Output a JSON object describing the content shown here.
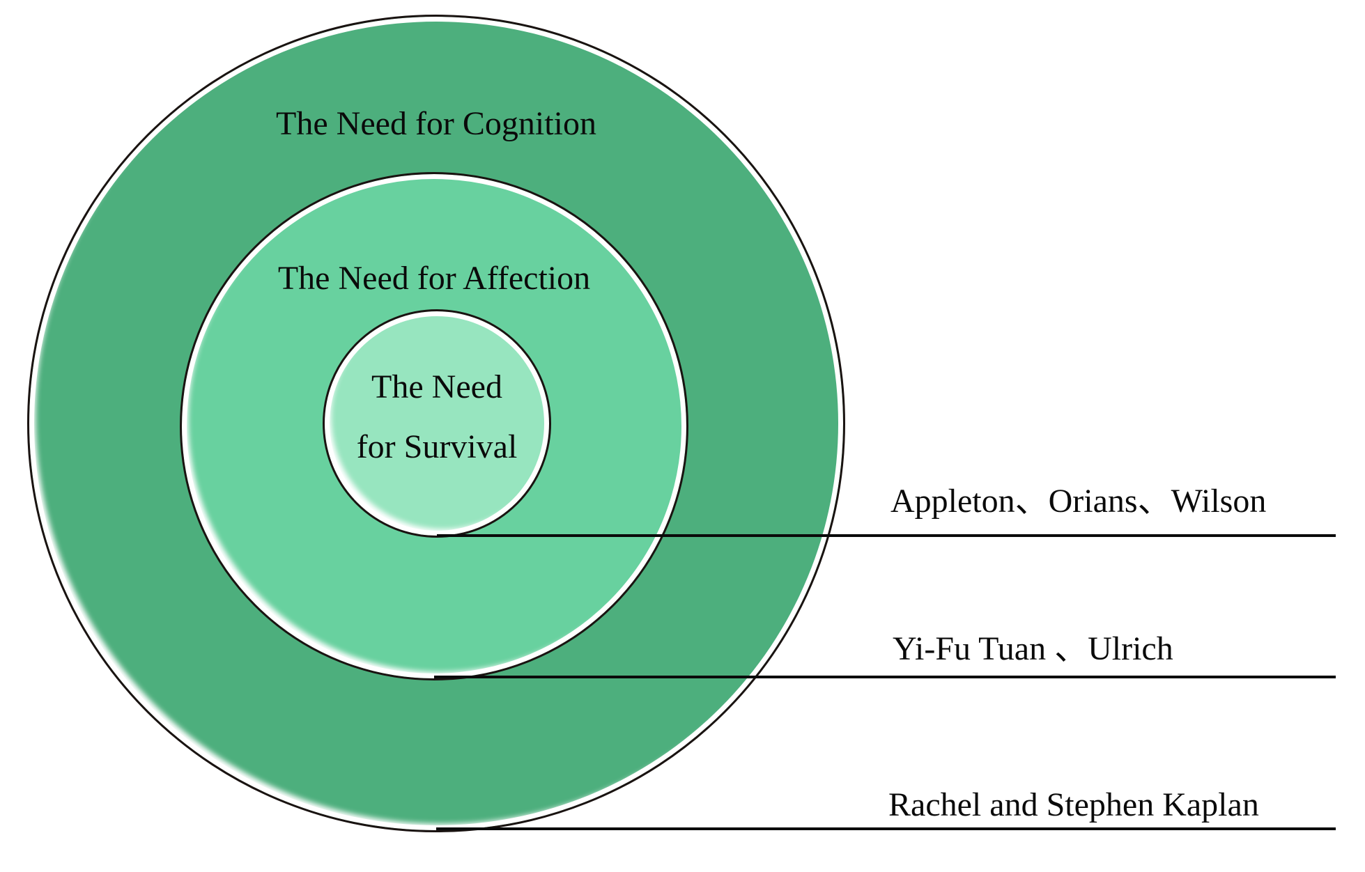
{
  "diagram": {
    "background_color": "#ffffff",
    "outline_color": "#1a1311",
    "line_color": "#0a0a0a",
    "text_color": "#0a0a0a",
    "circles": [
      {
        "id": "cognition",
        "level": "outer",
        "label": "The Need for Cognition",
        "fill": "#4daf7d"
      },
      {
        "id": "affection",
        "level": "middle",
        "label": "The Need for Affection",
        "fill": "#68d19f"
      },
      {
        "id": "survival",
        "level": "inner",
        "label_line1": "The Need",
        "label_line2": "for Survival",
        "fill": "#97e5bf"
      }
    ],
    "annotations": [
      {
        "id": "survival-authors",
        "label": "Appleton、Orians、Wilson"
      },
      {
        "id": "affection-authors",
        "label": "Yi-Fu Tuan 、Ulrich"
      },
      {
        "id": "cognition-authors",
        "label": "Rachel and Stephen Kaplan"
      }
    ]
  }
}
